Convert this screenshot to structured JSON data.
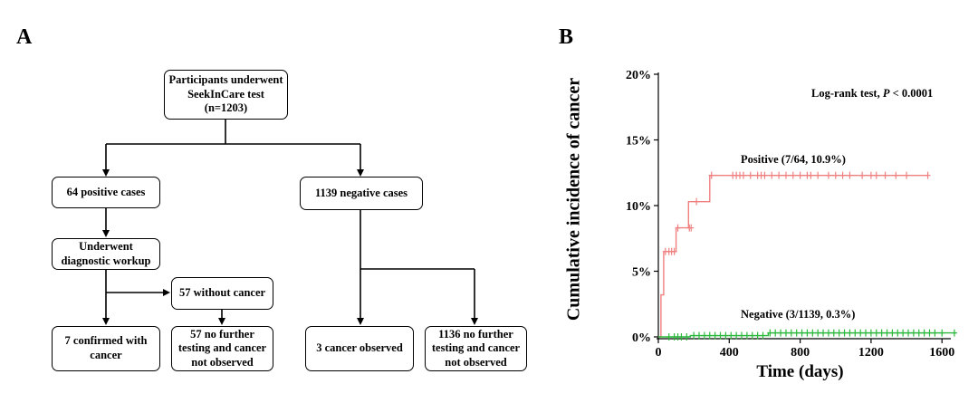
{
  "panel_a": {
    "letter": "A",
    "boxes": {
      "root_line1": "Participants underwent",
      "root_line2": "SeekInCare test",
      "root_line3": "(n=1203)",
      "positive": "64 positive cases",
      "negative": "1139 negative cases",
      "workup_line1": "Underwent",
      "workup_line2": "diagnostic workup",
      "without_cancer": "57 without cancer",
      "confirmed_line1": "7 confirmed with",
      "confirmed_line2": "cancer",
      "nofurther57_line1": "57  no further",
      "nofurther57_line2": "testing and cancer",
      "nofurther57_line3": "not observed",
      "observed": "3 cancer observed",
      "nofurther1136_line1": "1136  no further",
      "nofurther1136_line2": "testing and cancer",
      "nofurther1136_line3": "not observed"
    }
  },
  "panel_b": {
    "letter": "B"
  },
  "chart_data": {
    "type": "line",
    "title": "",
    "xlabel": "Time (days)",
    "ylabel": "Cumulative incidence of cancer",
    "xlim": [
      0,
      1650
    ],
    "ylim": [
      0,
      20
    ],
    "xticks": [
      0,
      400,
      800,
      1200,
      1600
    ],
    "xtick_labels": [
      "0",
      "400",
      "800",
      "1200",
      "1600"
    ],
    "yticks": [
      0,
      5,
      10,
      15,
      20
    ],
    "ytick_labels": [
      "0%",
      "5%",
      "10%",
      "15%",
      "20%"
    ],
    "annotation_prefix": "Log-rank test, ",
    "annotation_p": "P",
    "annotation_suffix": " < 0.0001",
    "series": [
      {
        "label": "Positive (7/64, 10.9%)",
        "color": "#f08080",
        "x": [
          0,
          15,
          15,
          30,
          30,
          100,
          100,
          170,
          170,
          210,
          210,
          290,
          290,
          1520
        ],
        "y": [
          0,
          0,
          3.2,
          3.2,
          6.5,
          6.5,
          8.3,
          8.3,
          10.3,
          10.3,
          10.3,
          10.3,
          12.3,
          12.3
        ],
        "censor_x": [
          40,
          60,
          75,
          90,
          110,
          175,
          185,
          215,
          300,
          420,
          440,
          460,
          480,
          520,
          560,
          580,
          600,
          640,
          680,
          720,
          760,
          800,
          840,
          860,
          900,
          960,
          1000,
          1040,
          1080,
          1150,
          1200,
          1230,
          1280,
          1340,
          1400,
          1520
        ],
        "censor_y": [
          6.5,
          6.5,
          6.5,
          6.5,
          8.3,
          8.3,
          8.3,
          10.3,
          12.3,
          12.3,
          12.3,
          12.3,
          12.3,
          12.3,
          12.3,
          12.3,
          12.3,
          12.3,
          12.3,
          12.3,
          12.3,
          12.3,
          12.3,
          12.3,
          12.3,
          12.3,
          12.3,
          12.3,
          12.3,
          12.3,
          12.3,
          12.3,
          12.3,
          12.3,
          12.3,
          12.3
        ]
      },
      {
        "label": "Negative (3/1139, 0.3%)",
        "color": "#2db83d",
        "x": [
          0,
          180,
          180,
          620,
          620,
          1680
        ],
        "y": [
          0,
          0,
          0.1,
          0.1,
          0.3,
          0.3
        ],
        "censor_x": [
          60,
          90,
          110,
          130,
          160,
          200,
          230,
          260,
          290,
          320,
          350,
          380,
          410,
          440,
          470,
          500,
          530,
          560,
          590,
          630,
          660,
          690,
          720,
          750,
          780,
          810,
          840,
          870,
          900,
          930,
          960,
          990,
          1020,
          1050,
          1080,
          1110,
          1140,
          1170,
          1200,
          1230,
          1260,
          1290,
          1320,
          1350,
          1380,
          1410,
          1440,
          1470,
          1500,
          1530,
          1560,
          1600,
          1670
        ],
        "censor_y": [
          0,
          0,
          0,
          0,
          0,
          0.1,
          0.1,
          0.1,
          0.1,
          0.1,
          0.1,
          0.1,
          0.1,
          0.1,
          0.1,
          0.1,
          0.1,
          0.1,
          0.1,
          0.3,
          0.3,
          0.3,
          0.3,
          0.3,
          0.3,
          0.3,
          0.3,
          0.3,
          0.3,
          0.3,
          0.3,
          0.3,
          0.3,
          0.3,
          0.3,
          0.3,
          0.3,
          0.3,
          0.3,
          0.3,
          0.3,
          0.3,
          0.3,
          0.3,
          0.3,
          0.3,
          0.3,
          0.3,
          0.3,
          0.3,
          0.3,
          0.3,
          0.3
        ]
      }
    ]
  }
}
